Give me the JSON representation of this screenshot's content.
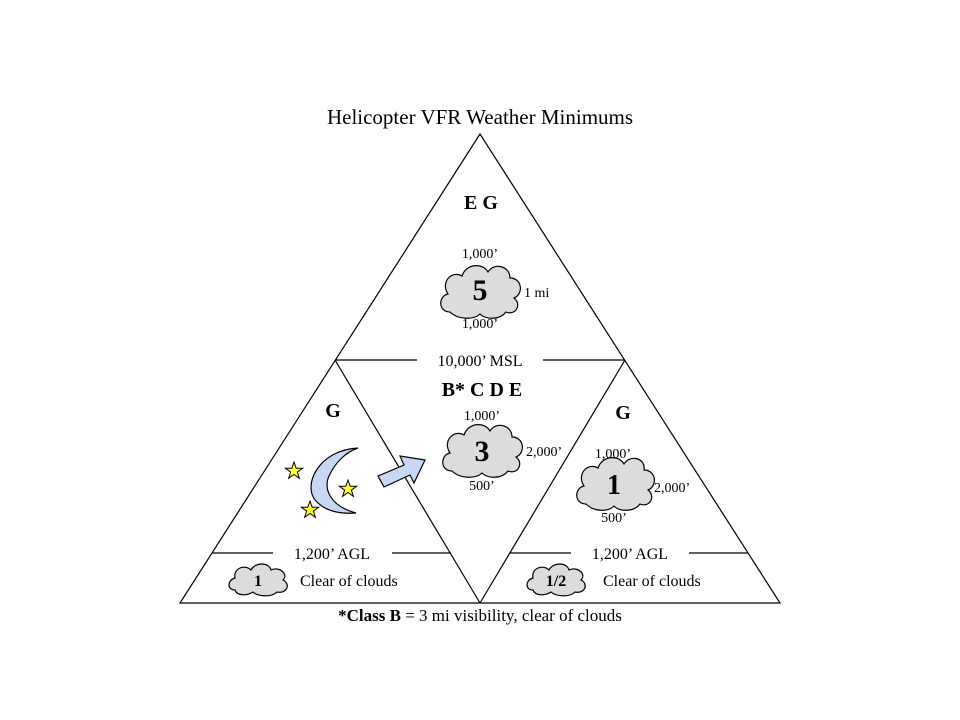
{
  "title": "Helicopter VFR Weather Minimums",
  "colors": {
    "cloud_fill": "#dcdcdc",
    "moon_fill": "#c8d8f4",
    "star_fill": "#ffff33",
    "arrow_fill": "#c8d8f4"
  },
  "top_section": {
    "classes": "E G",
    "above": "1,000’",
    "visibility": "5",
    "horizontal": "1 mi",
    "below": "1,000’"
  },
  "boundary_msl": "10,000’ MSL",
  "middle_section": {
    "classes": "B* C D E",
    "above": "1,000’",
    "visibility": "3",
    "horizontal": "2,000’",
    "below": "500’"
  },
  "left_section": {
    "class": "G",
    "boundary": "1,200’ AGL",
    "low_visibility": "1",
    "low_clearance": "Clear of clouds",
    "night_icons": [
      "moon-icon",
      "star-icon",
      "arrow-icon"
    ]
  },
  "right_section": {
    "class": "G",
    "above": "1,000’",
    "visibility": "1",
    "horizontal": "2,000’",
    "below": "500’",
    "boundary": "1,200’ AGL",
    "low_visibility": "1/2",
    "low_clearance": "Clear of clouds"
  },
  "footnote": {
    "bold": "*Class B",
    "rest": " = 3 mi visibility, clear of clouds"
  }
}
